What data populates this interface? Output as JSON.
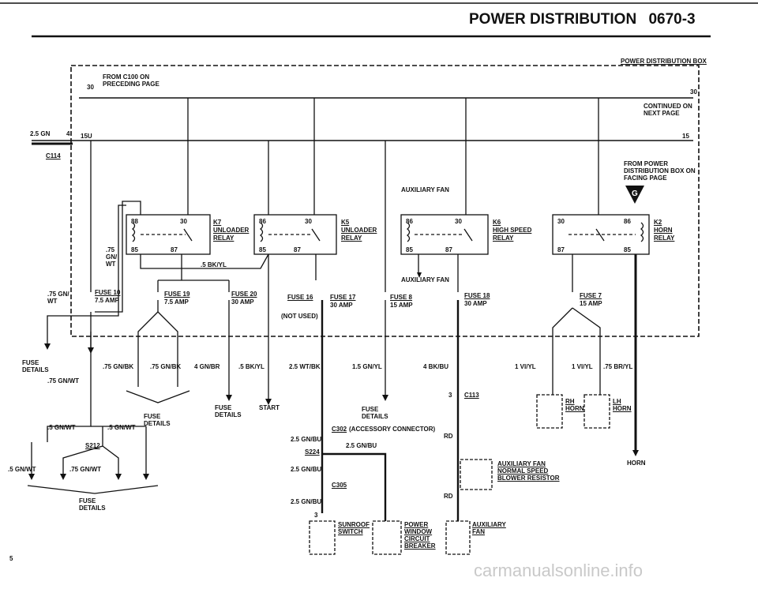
{
  "header": {
    "title": "POWER DISTRIBUTION",
    "page_code": "0670-3"
  },
  "box_label": "POWER DISTRIBUTION BOX",
  "top_bus": {
    "from": "FROM C100 ON\nPRECEDING PAGE",
    "pin_left": "30",
    "pin_right": "30",
    "continued": "CONTINUED ON\nNEXT PAGE"
  },
  "second_bus": {
    "wire": "2.5 GN",
    "pin": "4",
    "connector": "C114",
    "label_left": "15U",
    "pin_right": "15"
  },
  "from_power": "FROM POWER\nDISTRIBUTION BOX ON\nFACING PAGE",
  "g_marker": "G",
  "aux_fan_top": "AUXILIARY FAN",
  "aux_fan_mid": "AUXILIARY FAN",
  "relays": [
    {
      "id": "K7",
      "name1": "UNLOADER",
      "name2": "RELAY",
      "p88": "88",
      "p30": "30",
      "p85": "85",
      "p87": "87"
    },
    {
      "id": "K5",
      "name1": "UNLOADER",
      "name2": "RELAY",
      "p88": "86",
      "p30": "30",
      "p85": "85",
      "p87": "87"
    },
    {
      "id": "K6",
      "name1": "HIGH SPEED",
      "name2": "RELAY",
      "p88": "86",
      "p30": "30",
      "p85": "85",
      "p87": "87"
    },
    {
      "id": "K2",
      "name1": "HORN",
      "name2": "RELAY",
      "p88": "86",
      "p30": "30",
      "p85": "85",
      "p87": "87"
    }
  ],
  "fuses": [
    {
      "name": "FUSE 10",
      "amp": "7.5 AMP"
    },
    {
      "name": "FUSE 19",
      "amp": "7.5 AMP"
    },
    {
      "name": "FUSE 20",
      "amp": "30 AMP"
    },
    {
      "name": "FUSE 16",
      "amp": "(NOT USED)"
    },
    {
      "name": "FUSE 17",
      "amp": "30 AMP"
    },
    {
      "name": "FUSE 8",
      "amp": "15 AMP"
    },
    {
      "name": "FUSE 18",
      "amp": "30 AMP"
    },
    {
      "name": "FUSE 7",
      "amp": "15 AMP"
    }
  ],
  "wires": {
    "w75gnwt_left": ".75\nGN/\nWT",
    "w5bkyl_mid": ".5 BK/YL",
    "w75gnwt_out": ".75 GN/\nWT",
    "w75gnbk_1": ".75 GN/BK",
    "w75gnbk_2": ".75 GN/BK",
    "w4gnbr": "4 GN/BR",
    "w5bkyl": ".5 BK/YL",
    "w25wtbk": "2.5 WT/BK",
    "w15gnyl": "1.5 GN/YL",
    "w4bkbu": "4 BK/BU",
    "w1viyl_1": "1 VI/YL",
    "w1viyl_2": "1 VI/YL",
    "w75bryl": ".75 BR/YL",
    "w75gnwt_b": ".75 GN/WT",
    "w5gnwt_1": ".5 GN/WT",
    "w5gnwt_2": ".5 GN/WT",
    "w5gnwt_3": ".5 GN/WT",
    "w75gnwt_c": ".75 GN/WT",
    "w25gnbu_1": "2.5 GN/BU",
    "w25gnbu_2": "2.5 GN/BU",
    "w25gnbu_3": "2.5 GN/BU",
    "w25gnbu_4": "2.5 GN/BU",
    "rd1": "RD",
    "rd2": "RD"
  },
  "labels": {
    "fuse_details_1": "FUSE\nDETAILS",
    "fuse_details_2": "FUSE\nDETAILS",
    "fuse_details_3": "FUSE\nDETAILS",
    "fuse_details_4": "FUSE\nDETAILS",
    "fuse_details_5": "FUSE\nDETAILS",
    "start": "START",
    "c302": "C302",
    "c302_desc": "(ACCESSORY CONNECTOR)",
    "s212": "S212",
    "s224": "S224",
    "c305": "C305",
    "c113": "C113",
    "pin3a": "3",
    "pin3b": "3",
    "rh_horn": "RH\nHORN",
    "lh_horn": "LH\nHORN",
    "horn": "HORN",
    "aux_fan_res": "AUXILIARY FAN\nNORMAL SPEED\nBLOWER RESISTOR",
    "sunroof": "SUNROOF\nSWITCH",
    "power_window": "POWER\nWINDOW\nCIRCUIT\nBREAKER",
    "aux_fan_bottom": "AUXILIARY\nFAN",
    "page_num": "5",
    "watermark": "carmanualsonline.info"
  }
}
